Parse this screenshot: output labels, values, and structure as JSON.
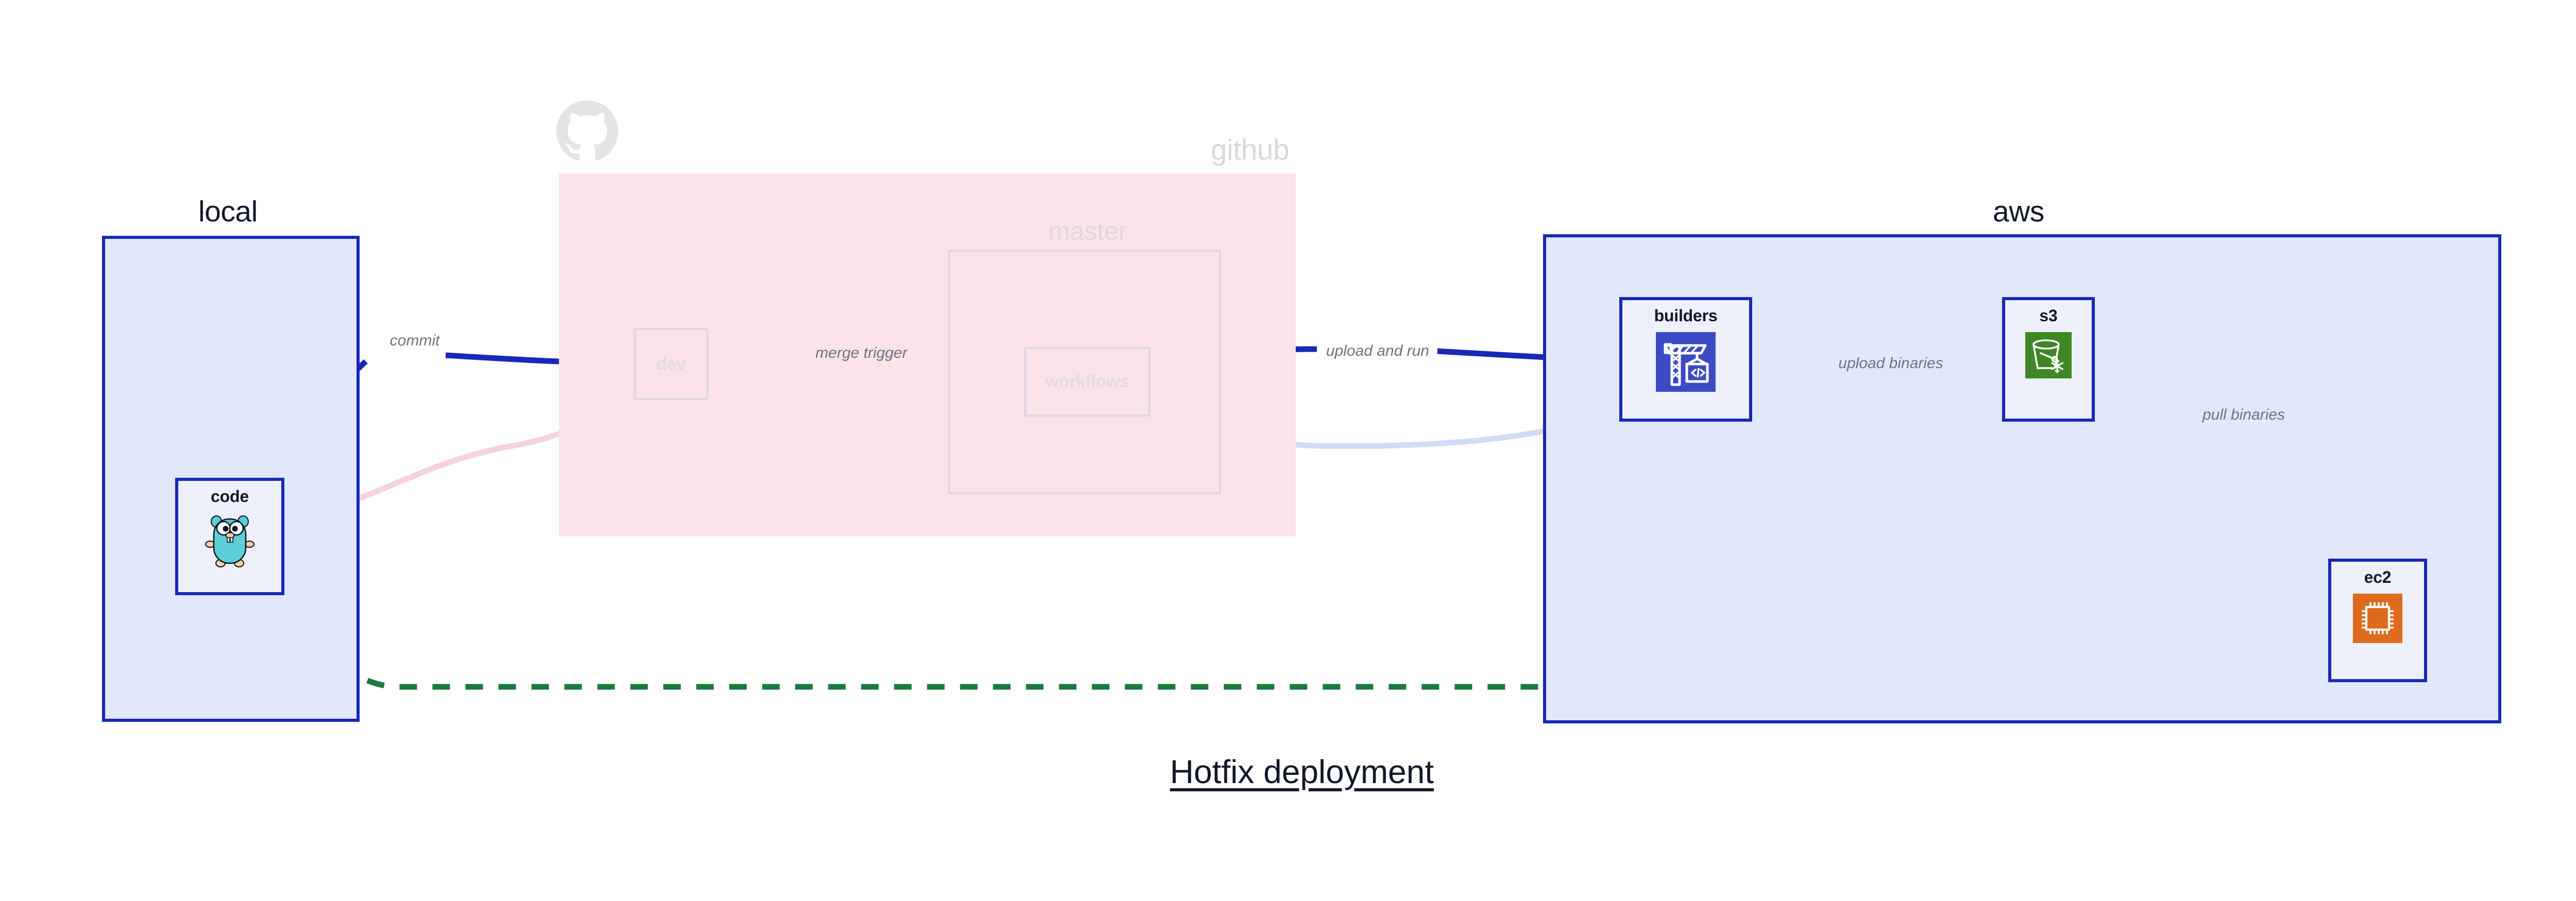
{
  "diagram": {
    "title": "Hotfix deployment",
    "background": "#ffffff"
  },
  "colors": {
    "group_border": "#1729b8",
    "group_fill": "#e2e8fb",
    "github_fill": "#fae4e9",
    "edge_active": "#1729b8",
    "edge_dashed": "#1a7a3e",
    "edge_label": "#6f7381",
    "node_fill": "#eef1fc",
    "faded_text": "#d9d9dd",
    "title_text": "#12172b",
    "icon_builders": "#3c4bc4",
    "icon_s3": "#3f8624",
    "icon_ec2": "#dd6b1b",
    "gopher_body": "#5bcfd8"
  },
  "groups": [
    {
      "id": "local",
      "label": "local",
      "faded": false
    },
    {
      "id": "github",
      "label": "github",
      "faded": true
    },
    {
      "id": "aws",
      "label": "aws",
      "faded": false
    }
  ],
  "subgroups": [
    {
      "id": "master",
      "label": "master",
      "parent": "github",
      "faded": true
    }
  ],
  "nodes": [
    {
      "id": "code",
      "label": "code",
      "group": "local",
      "icon": "go-gopher-icon",
      "faded": false
    },
    {
      "id": "dev",
      "label": "dev",
      "group": "github",
      "icon": "none",
      "faded": true
    },
    {
      "id": "workflows",
      "label": "workflows",
      "group": "master",
      "icon": "none",
      "faded": true
    },
    {
      "id": "builders",
      "label": "builders",
      "group": "aws",
      "icon": "aws-builder-icon",
      "faded": false
    },
    {
      "id": "s3",
      "label": "s3",
      "group": "aws",
      "icon": "aws-s3-glacier-icon",
      "faded": false
    },
    {
      "id": "ec2",
      "label": "ec2",
      "group": "aws",
      "icon": "aws-ec2-icon",
      "faded": false
    }
  ],
  "edges": [
    {
      "id": "commit",
      "from": "code",
      "to": "dev",
      "label": "commit",
      "style": "solid",
      "state": "active"
    },
    {
      "id": "merge-trigger",
      "from": "dev",
      "to": "workflows",
      "label": "merge trigger",
      "style": "solid",
      "state": "active"
    },
    {
      "id": "upload-and-run",
      "from": "workflows",
      "to": "builders",
      "label": "upload and run",
      "style": "solid",
      "state": "active"
    },
    {
      "id": "upload-binaries",
      "from": "builders",
      "to": "s3",
      "label": "upload binaries",
      "style": "solid",
      "state": "active"
    },
    {
      "id": "pull-binaries",
      "from": "s3",
      "to": "ec2",
      "label": "pull binaries",
      "style": "solid",
      "state": "active"
    },
    {
      "id": "hotfix-direct",
      "from": "code",
      "to": "ec2",
      "label": "",
      "style": "dashed",
      "state": "active"
    },
    {
      "id": "ghost-commit",
      "from": "code",
      "to": "dev",
      "label": "",
      "style": "solid",
      "state": "faded"
    },
    {
      "id": "ghost-merge",
      "from": "dev",
      "to": "workflows",
      "label": "",
      "style": "solid",
      "state": "faded"
    },
    {
      "id": "ghost-upload",
      "from": "workflows",
      "to": "builders",
      "label": "",
      "style": "solid",
      "state": "faded"
    }
  ],
  "edge_labels": {
    "commit": "commit",
    "merge_trigger": "merge trigger",
    "upload_and_run": "upload and run",
    "upload_binaries": "upload binaries",
    "pull_binaries": "pull binaries"
  },
  "node_labels": {
    "code": "code",
    "dev": "dev",
    "workflows": "workflows",
    "builders": "builders",
    "s3": "s3",
    "ec2": "ec2"
  },
  "group_labels": {
    "local": "local",
    "github": "github",
    "aws": "aws",
    "master": "master"
  }
}
